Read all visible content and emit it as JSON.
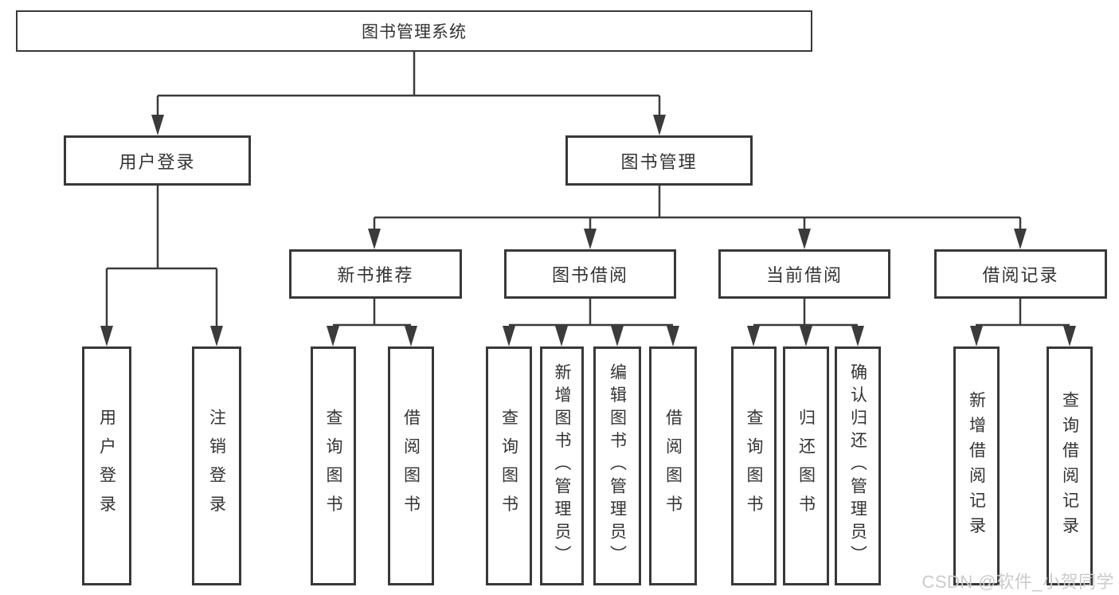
{
  "diagram": {
    "root": {
      "label": "图书管理系统"
    },
    "branches": [
      {
        "label": "用户登录",
        "children": [
          {
            "label": "用户登录"
          },
          {
            "label": "注销登录"
          }
        ]
      },
      {
        "label": "图书管理",
        "children": [
          {
            "label": "新书推荐",
            "children": [
              {
                "label": "查询图书"
              },
              {
                "label": "借阅图书"
              }
            ]
          },
          {
            "label": "图书借阅",
            "children": [
              {
                "label": "查询图书"
              },
              {
                "label": "新增图书（管理员）"
              },
              {
                "label": "编辑图书（管理员）"
              },
              {
                "label": "借阅图书"
              }
            ]
          },
          {
            "label": "当前借阅",
            "children": [
              {
                "label": "查询图书"
              },
              {
                "label": "归还图书"
              },
              {
                "label": "确认归还（管理员）"
              }
            ]
          },
          {
            "label": "借阅记录",
            "children": [
              {
                "label": "新增借阅记录"
              },
              {
                "label": "查询借阅记录"
              }
            ]
          }
        ]
      }
    ]
  },
  "watermark": {
    "text": "CSDN @软件_小贺同学"
  },
  "colors": {
    "line": "#3b3b3b",
    "text": "#333333",
    "background": "#ffffff",
    "watermark": "#cbcbcb"
  }
}
